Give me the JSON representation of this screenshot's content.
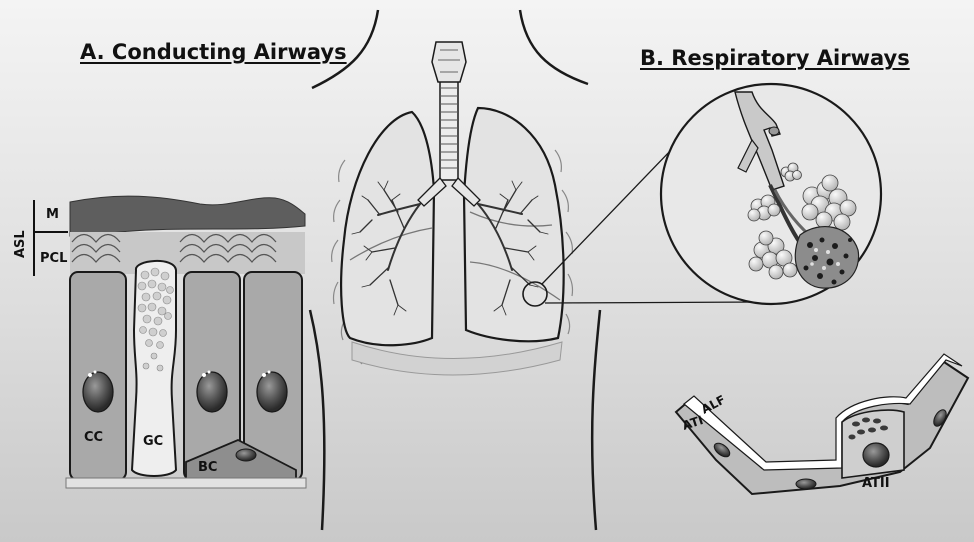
{
  "titles": {
    "conducting": "A. Conducting Airways",
    "respiratory": "B. Respiratory Airways"
  },
  "labels": {
    "asl": "ASL",
    "m": "M",
    "pcl": "PCL",
    "cc": "CC",
    "gc": "GC",
    "bc": "BC",
    "ati": "ATI",
    "alf": "ALF",
    "atii": "ATII"
  },
  "colors": {
    "mucus": "#5a5a5a",
    "cell": "#a9a9a9",
    "goblet": "#eeeeee",
    "outline": "#1a1a1a",
    "airway_lining": "#d6d6d6"
  }
}
